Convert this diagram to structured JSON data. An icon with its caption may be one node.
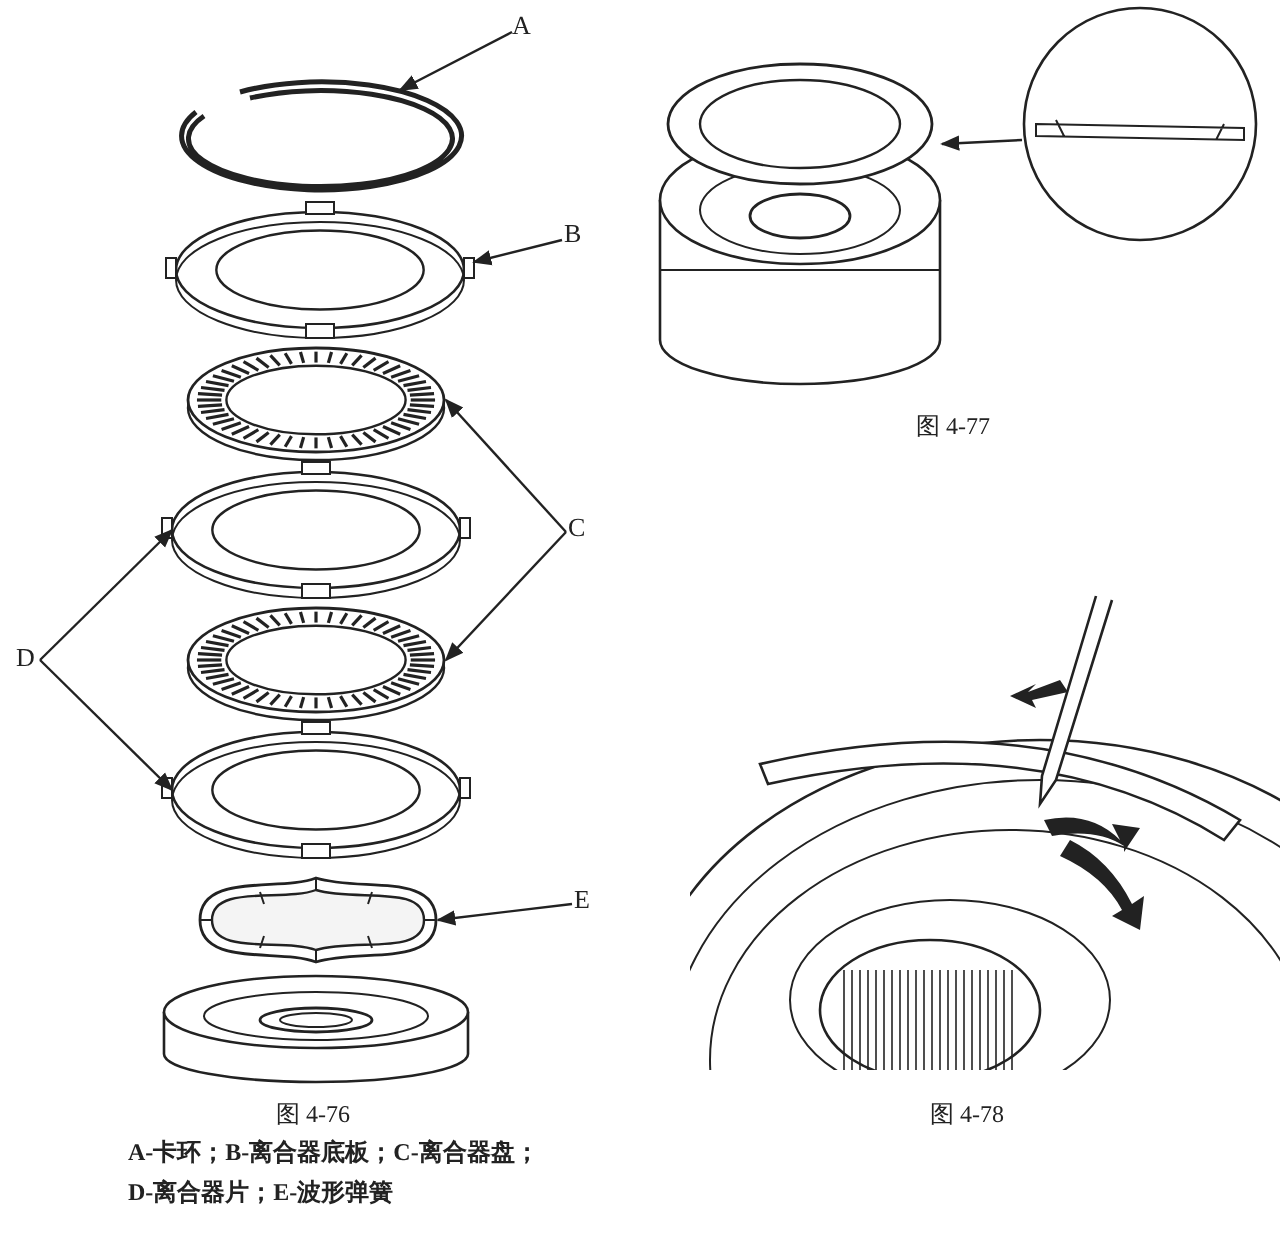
{
  "diagram": {
    "nodes": [
      {
        "text": [
          "A"
        ]
      },
      {
        "text": [
          "B"
        ]
      },
      {
        "text": [
          "C"
        ]
      },
      {
        "text": [
          "D"
        ]
      },
      {
        "text": [
          "E"
        ]
      },
      {
        "text": [],
        "shape": "picture"
      },
      {
        "text": [],
        "shape": "picture"
      },
      {
        "text": [],
        "shape": "picture"
      },
      {
        "text": [],
        "shape": "picture"
      },
      {
        "text": [],
        "shape": "picture"
      },
      {
        "text": [],
        "shape": "picture"
      },
      {
        "text": [],
        "shape": "picture"
      },
      {
        "text": [],
        "shape": "circle"
      },
      {
        "text": [],
        "shape": "picture"
      }
    ],
    "edges": [
      {
        "from": 0,
        "to": 5,
        "arrow": "to"
      },
      {
        "from": 1,
        "to": 6,
        "arrow": "to"
      },
      {
        "from": 2,
        "to": 7,
        "arrow": "to"
      },
      {
        "from": 2,
        "to": 9,
        "arrow": "to"
      },
      {
        "from": 3,
        "to": 8,
        "arrow": "to"
      },
      {
        "from": 3,
        "to": 10,
        "arrow": "to"
      },
      {
        "from": 4,
        "to": 11,
        "arrow": "to"
      },
      {
        "from": 12,
        "to": 13,
        "arrow": "to"
      }
    ],
    "labels": [
      "图 4-76",
      "A-卡环；B-离合器底板；C-离合器盘；D-离合器片；E-波形弹簧",
      "图 4-77",
      "图 4-78"
    ]
  }
}
